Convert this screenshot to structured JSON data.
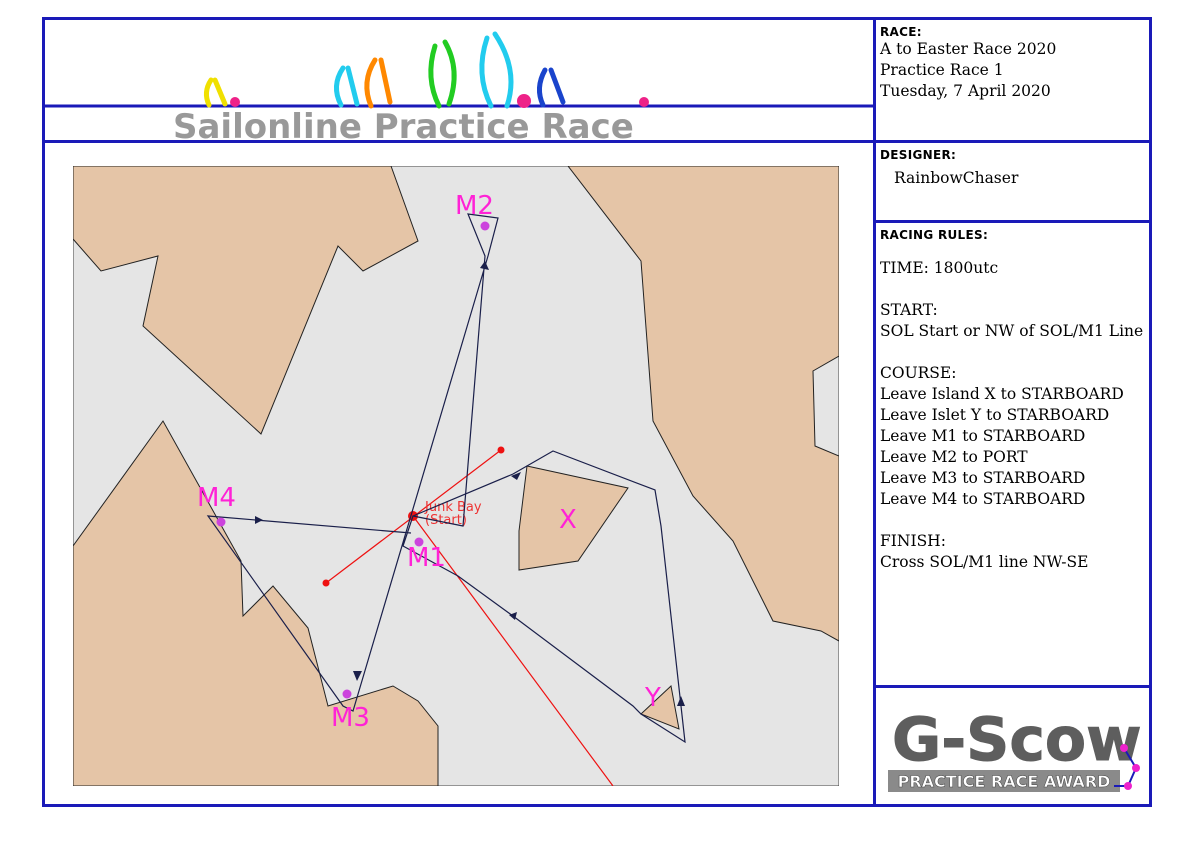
{
  "header": {
    "title": "Sailonline Practice Race"
  },
  "race": {
    "heading": "RACE:",
    "lines": [
      "A to Easter Race 2020",
      "Practice Race 1",
      "Tuesday, 7 April 2020"
    ]
  },
  "designer": {
    "heading": "DESIGNER:",
    "name": "RainbowChaser"
  },
  "rules": {
    "heading": "RACING RULES:",
    "time": "TIME: 1800utc",
    "start_heading": "START:",
    "start_text": "SOL Start or NW of SOL/M1 Line",
    "course_heading": "COURSE:",
    "course": [
      "Leave Island X to STARBOARD",
      "Leave Islet Y to STARBOARD",
      "Leave M1 to STARBOARD",
      "Leave M2 to PORT",
      "Leave M3 to STARBOARD",
      "Leave M4 to STARBOARD"
    ],
    "finish_heading": "FINISH:",
    "finish_text": "Cross SOL/M1 line NW-SE"
  },
  "award": {
    "title": "G-Scow",
    "subtitle": "PRACTICE RACE AWARD"
  },
  "map": {
    "marks": [
      {
        "label": "M1"
      },
      {
        "label": "M2"
      },
      {
        "label": "M3"
      },
      {
        "label": "M4"
      },
      {
        "label": "X"
      },
      {
        "label": "Y"
      }
    ],
    "start_label_1": "Junk Bay",
    "start_label_2": "(Start)",
    "colors": {
      "land": "#e5c5a7",
      "water": "#e5e5e5",
      "route": "#1a1f4a",
      "mark": "#cc44dd",
      "label": "#ff22d6",
      "start": "#ee1111",
      "border": "#1a1ab8"
    }
  }
}
